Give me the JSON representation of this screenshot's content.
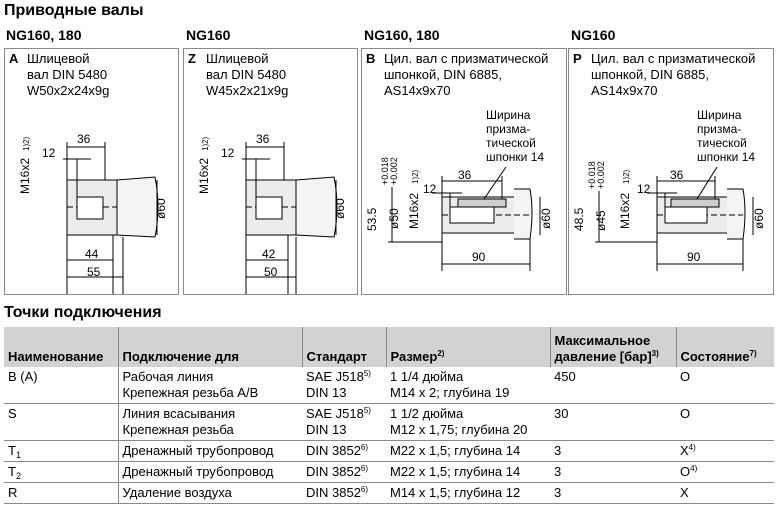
{
  "section_shafts_title": "Приводные валы",
  "section_ports_title": "Точки подключения",
  "columns": [
    "NG160, 180",
    "NG160",
    "NG160, 180",
    "NG160"
  ],
  "panels": [
    {
      "code": "A",
      "desc": [
        "Шлицевой",
        "вал DIN 5480",
        "W50x2x24x9g"
      ],
      "dims": {
        "top": "36",
        "small": "12",
        "thread": "M16x2",
        "thread_note": "1)2)",
        "dia": "ø60",
        "b1": "44",
        "b2": "55"
      }
    },
    {
      "code": "Z",
      "desc": [
        "Шлицевой",
        "вал DIN 5480",
        "W45x2x21x9g"
      ],
      "dims": {
        "top": "36",
        "small": "12",
        "thread": "M16x2",
        "thread_note": "1)2)",
        "dia": "ø60",
        "b1": "42",
        "b2": "50"
      }
    },
    {
      "code": "B",
      "desc": [
        "Цил. вал с призматической",
        "шпонкой, DIN 6885,",
        "AS14x9x70"
      ],
      "dims": {
        "top": "36",
        "small": "12",
        "thread": "M16x2",
        "thread_note": "1)2)",
        "dia": "ø60",
        "shaft_dia": "ø50",
        "tol_up": "+0.018",
        "tol_low": "+0.002",
        "height": "53.5",
        "len": "90",
        "key_label": [
          "Ширина",
          "призма-",
          "тической",
          "шпонки 14"
        ]
      }
    },
    {
      "code": "P",
      "desc": [
        "Цил. вал с призматической",
        "шпонкой, DIN 6885,",
        "AS14x9x70"
      ],
      "dims": {
        "top": "36",
        "small": "12",
        "thread": "M16x2",
        "thread_note": "1)2)",
        "dia": "ø60",
        "shaft_dia": "ø45",
        "tol_up": "+0.018",
        "tol_low": "+0.002",
        "height": "48.5",
        "len": "90",
        "key_label": [
          "Ширина",
          "призма-",
          "тической",
          "шпонки 14"
        ]
      }
    }
  ],
  "table": {
    "headers": {
      "name": "Наименование",
      "connection": "Подключение для",
      "standard": "Стандарт",
      "size": "Размер",
      "size_note": "2)",
      "pressure": [
        "Максимальное",
        "давление [бар]"
      ],
      "pressure_note": "3)",
      "state": "Состояние",
      "state_note": "7)"
    },
    "rows": [
      {
        "name": "B (A)",
        "name_sub": "",
        "conn": [
          "Рабочая линия",
          "Крепежная резьба A/B"
        ],
        "std": [
          "SAE J518",
          "DIN 13"
        ],
        "std_note": "5)",
        "size": [
          "1 1/4 дюйма",
          "M14 x 2; глубина 19"
        ],
        "pressure": "450",
        "state": "O",
        "state_note": ""
      },
      {
        "name": "S",
        "name_sub": "",
        "conn": [
          "Линия всасывания",
          "Крепежная резьба"
        ],
        "std": [
          "SAE J518",
          "DIN 13"
        ],
        "std_note": "5)",
        "size": [
          "1 1/2 дюйма",
          "M12 x 1,75; глубина 20"
        ],
        "pressure": "30",
        "state": "O",
        "state_note": ""
      },
      {
        "name": "T",
        "name_sub": "1",
        "conn": [
          "Дренажный трубопровод"
        ],
        "std": [
          "DIN 3852"
        ],
        "std_note": "6)",
        "size": [
          "M22 x 1,5; глубина 14"
        ],
        "pressure": "3",
        "state": "X",
        "state_note": "4)"
      },
      {
        "name": "T",
        "name_sub": "2",
        "conn": [
          "Дренажный трубопровод"
        ],
        "std": [
          "DIN 3852"
        ],
        "std_note": "6)",
        "size": [
          "M22 x 1,5; глубина 14"
        ],
        "pressure": "3",
        "state": "O",
        "state_note": "4)"
      },
      {
        "name": "R",
        "name_sub": "",
        "conn": [
          "Удаление воздуха"
        ],
        "std": [
          "DIN 3852"
        ],
        "std_note": "6)",
        "size": [
          "M14 x 1,5; глубина 12"
        ],
        "pressure": "3",
        "state": "X",
        "state_note": ""
      }
    ]
  }
}
